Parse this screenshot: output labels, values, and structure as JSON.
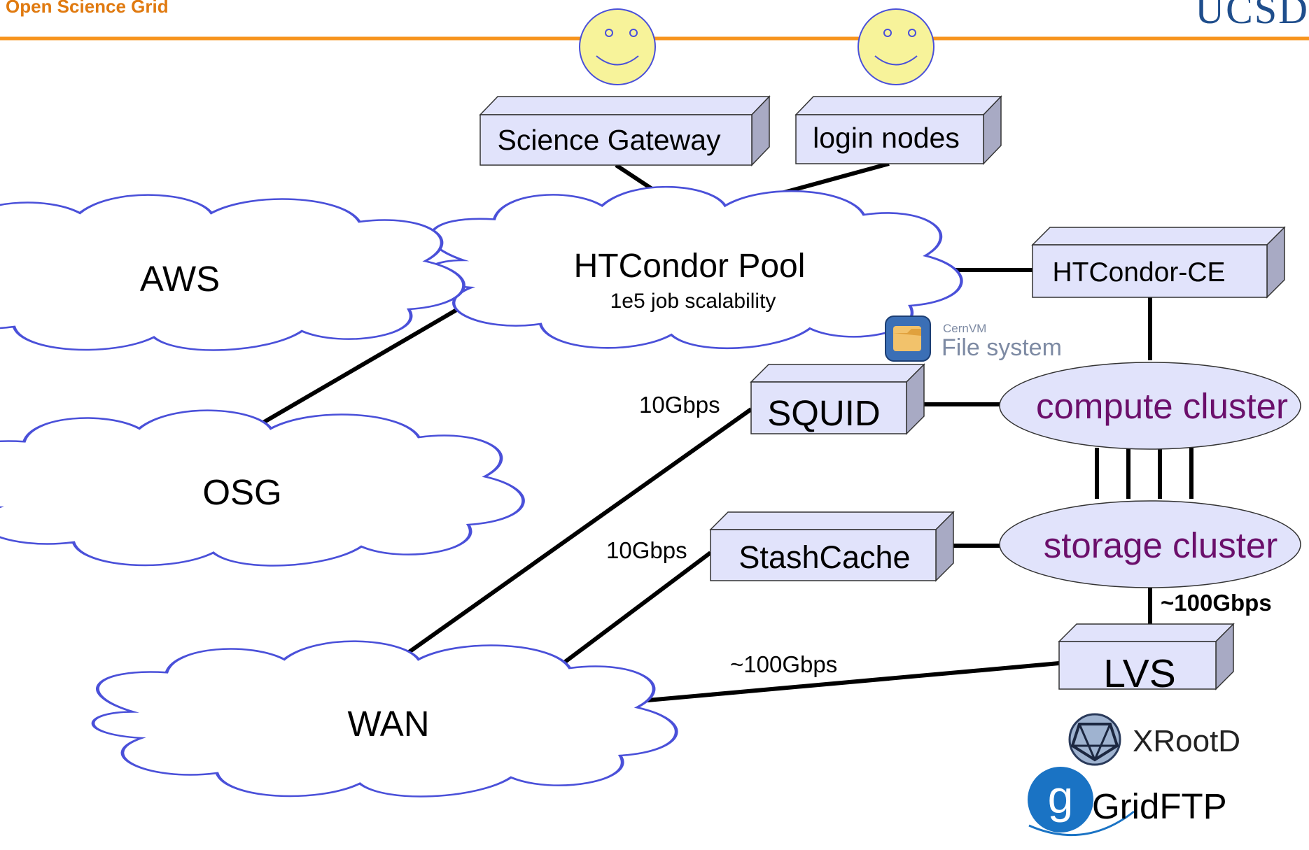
{
  "header": {
    "org_name": "Open Science Grid",
    "right_logo_text": "UCSD",
    "accent_color": "#f7941d"
  },
  "users": [
    {
      "icon": "smiley-face-icon"
    },
    {
      "icon": "smiley-face-icon"
    }
  ],
  "boxes": {
    "science_gateway": "Science Gateway",
    "login_nodes": "login nodes",
    "htcondor_ce": "HTCondor-CE",
    "squid": "SQUID",
    "stashcache": "StashCache",
    "lvs": "LVS"
  },
  "clouds": {
    "htcondor_pool": {
      "title": "HTCondor Pool",
      "subtitle": "1e5 job scalability"
    },
    "aws": "AWS",
    "osg": "OSG",
    "wan": "WAN"
  },
  "clusters": {
    "compute": "compute cluster",
    "storage": "storage cluster"
  },
  "links": {
    "squid_wan": "10Gbps",
    "stash_wan": "10Gbps",
    "lvs_wan": "~100Gbps",
    "storage_lvs": "~100Gbps"
  },
  "logos": {
    "cvmfs_small": "CernVM",
    "cvmfs_large": "File system",
    "xrootd": "XRootD",
    "gridftp": "GridFTP"
  },
  "colors": {
    "box_fill": "#e1e3fb",
    "box_stroke": "#333333",
    "cloud_stroke": "#4a50d9",
    "cluster_fill": "#e1e3fb",
    "cluster_text": "#6b0f6b",
    "smiley_fill": "#f7f39a",
    "line": "#000000"
  }
}
